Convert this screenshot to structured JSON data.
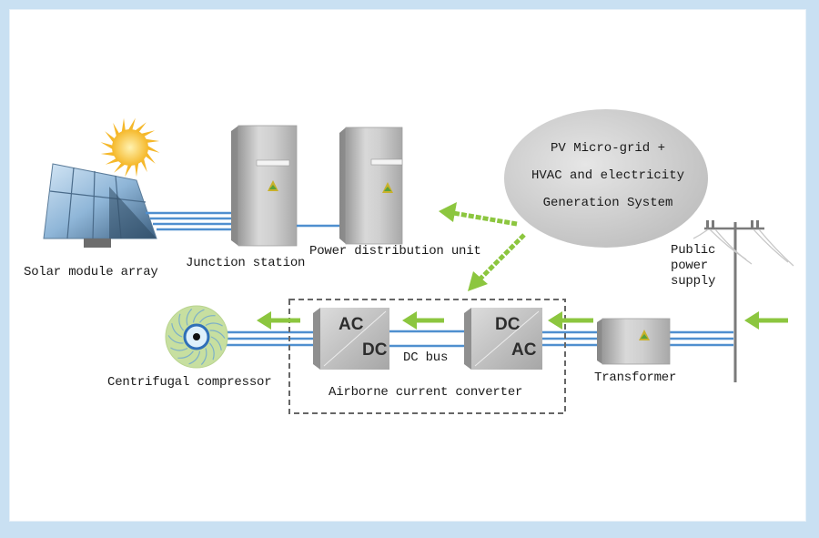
{
  "diagram": {
    "title_bubble": {
      "lines": [
        "PV Micro-grid +",
        "HVAC and electricity",
        "Generation System"
      ]
    },
    "components": {
      "solar_array": {
        "label": "Solar module array",
        "icon": "solar-panel-icon"
      },
      "sun": {
        "icon": "sun-icon"
      },
      "junction_station": {
        "label": "Junction station",
        "icon": "cabinet-icon"
      },
      "power_distribution_unit": {
        "label": "Power distribution unit",
        "icon": "cabinet-icon"
      },
      "public_power_supply": {
        "label": "Public\npower\nsupply",
        "icon": "utility-pole-icon"
      },
      "transformer": {
        "label": "Transformer",
        "icon": "transformer-icon"
      },
      "centrifugal_compressor": {
        "label": "Centrifugal compressor",
        "icon": "compressor-icon"
      },
      "rectifier": {
        "top": "AC",
        "bottom": "DC"
      },
      "inverter": {
        "top": "DC",
        "bottom": "AC"
      },
      "dc_bus": {
        "label": "DC bus"
      },
      "converter_group": {
        "label": "Airborne current converter"
      }
    },
    "colors": {
      "frame": "#c9e0f2",
      "cable": "#4f8fcf",
      "arrow": "#8cc63f",
      "bubble": "#c8c8c8",
      "cabinet": "#c4c4c4"
    }
  }
}
